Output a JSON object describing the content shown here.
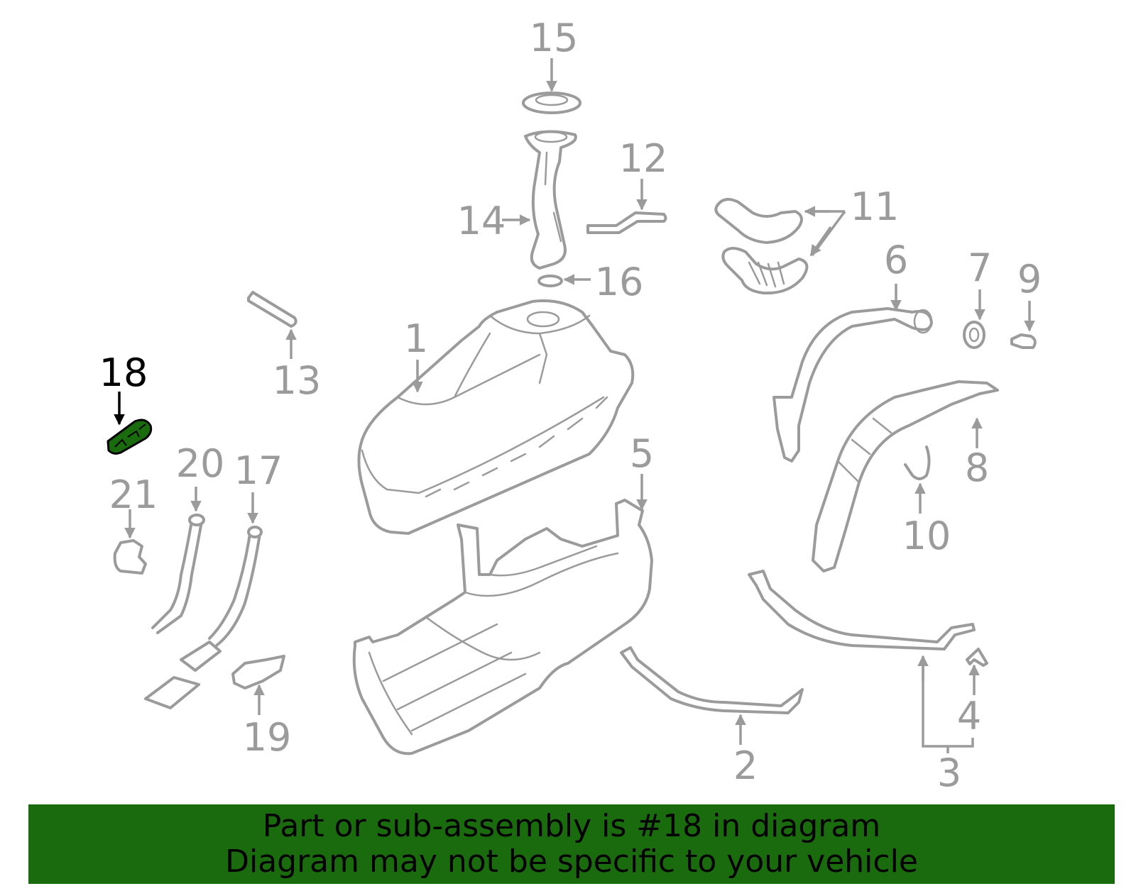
{
  "callouts": {
    "c1": "1",
    "c2": "2",
    "c3": "3",
    "c4": "4",
    "c5": "5",
    "c6": "6",
    "c7": "7",
    "c8": "8",
    "c9": "9",
    "c10": "10",
    "c11": "11",
    "c12": "12",
    "c13": "13",
    "c14": "14",
    "c15": "15",
    "c16": "16",
    "c17": "17",
    "c18": "18",
    "c19": "19",
    "c20": "20",
    "c21": "21"
  },
  "highlighted_part": "18",
  "colors": {
    "highlight": "#1a6b0e",
    "parts": "#9b9b9b",
    "banner": "#1a6b0e"
  },
  "banner": {
    "line1": "Part or sub-assembly is #18 in diagram",
    "line2": "Diagram may not be specific to your vehicle"
  }
}
